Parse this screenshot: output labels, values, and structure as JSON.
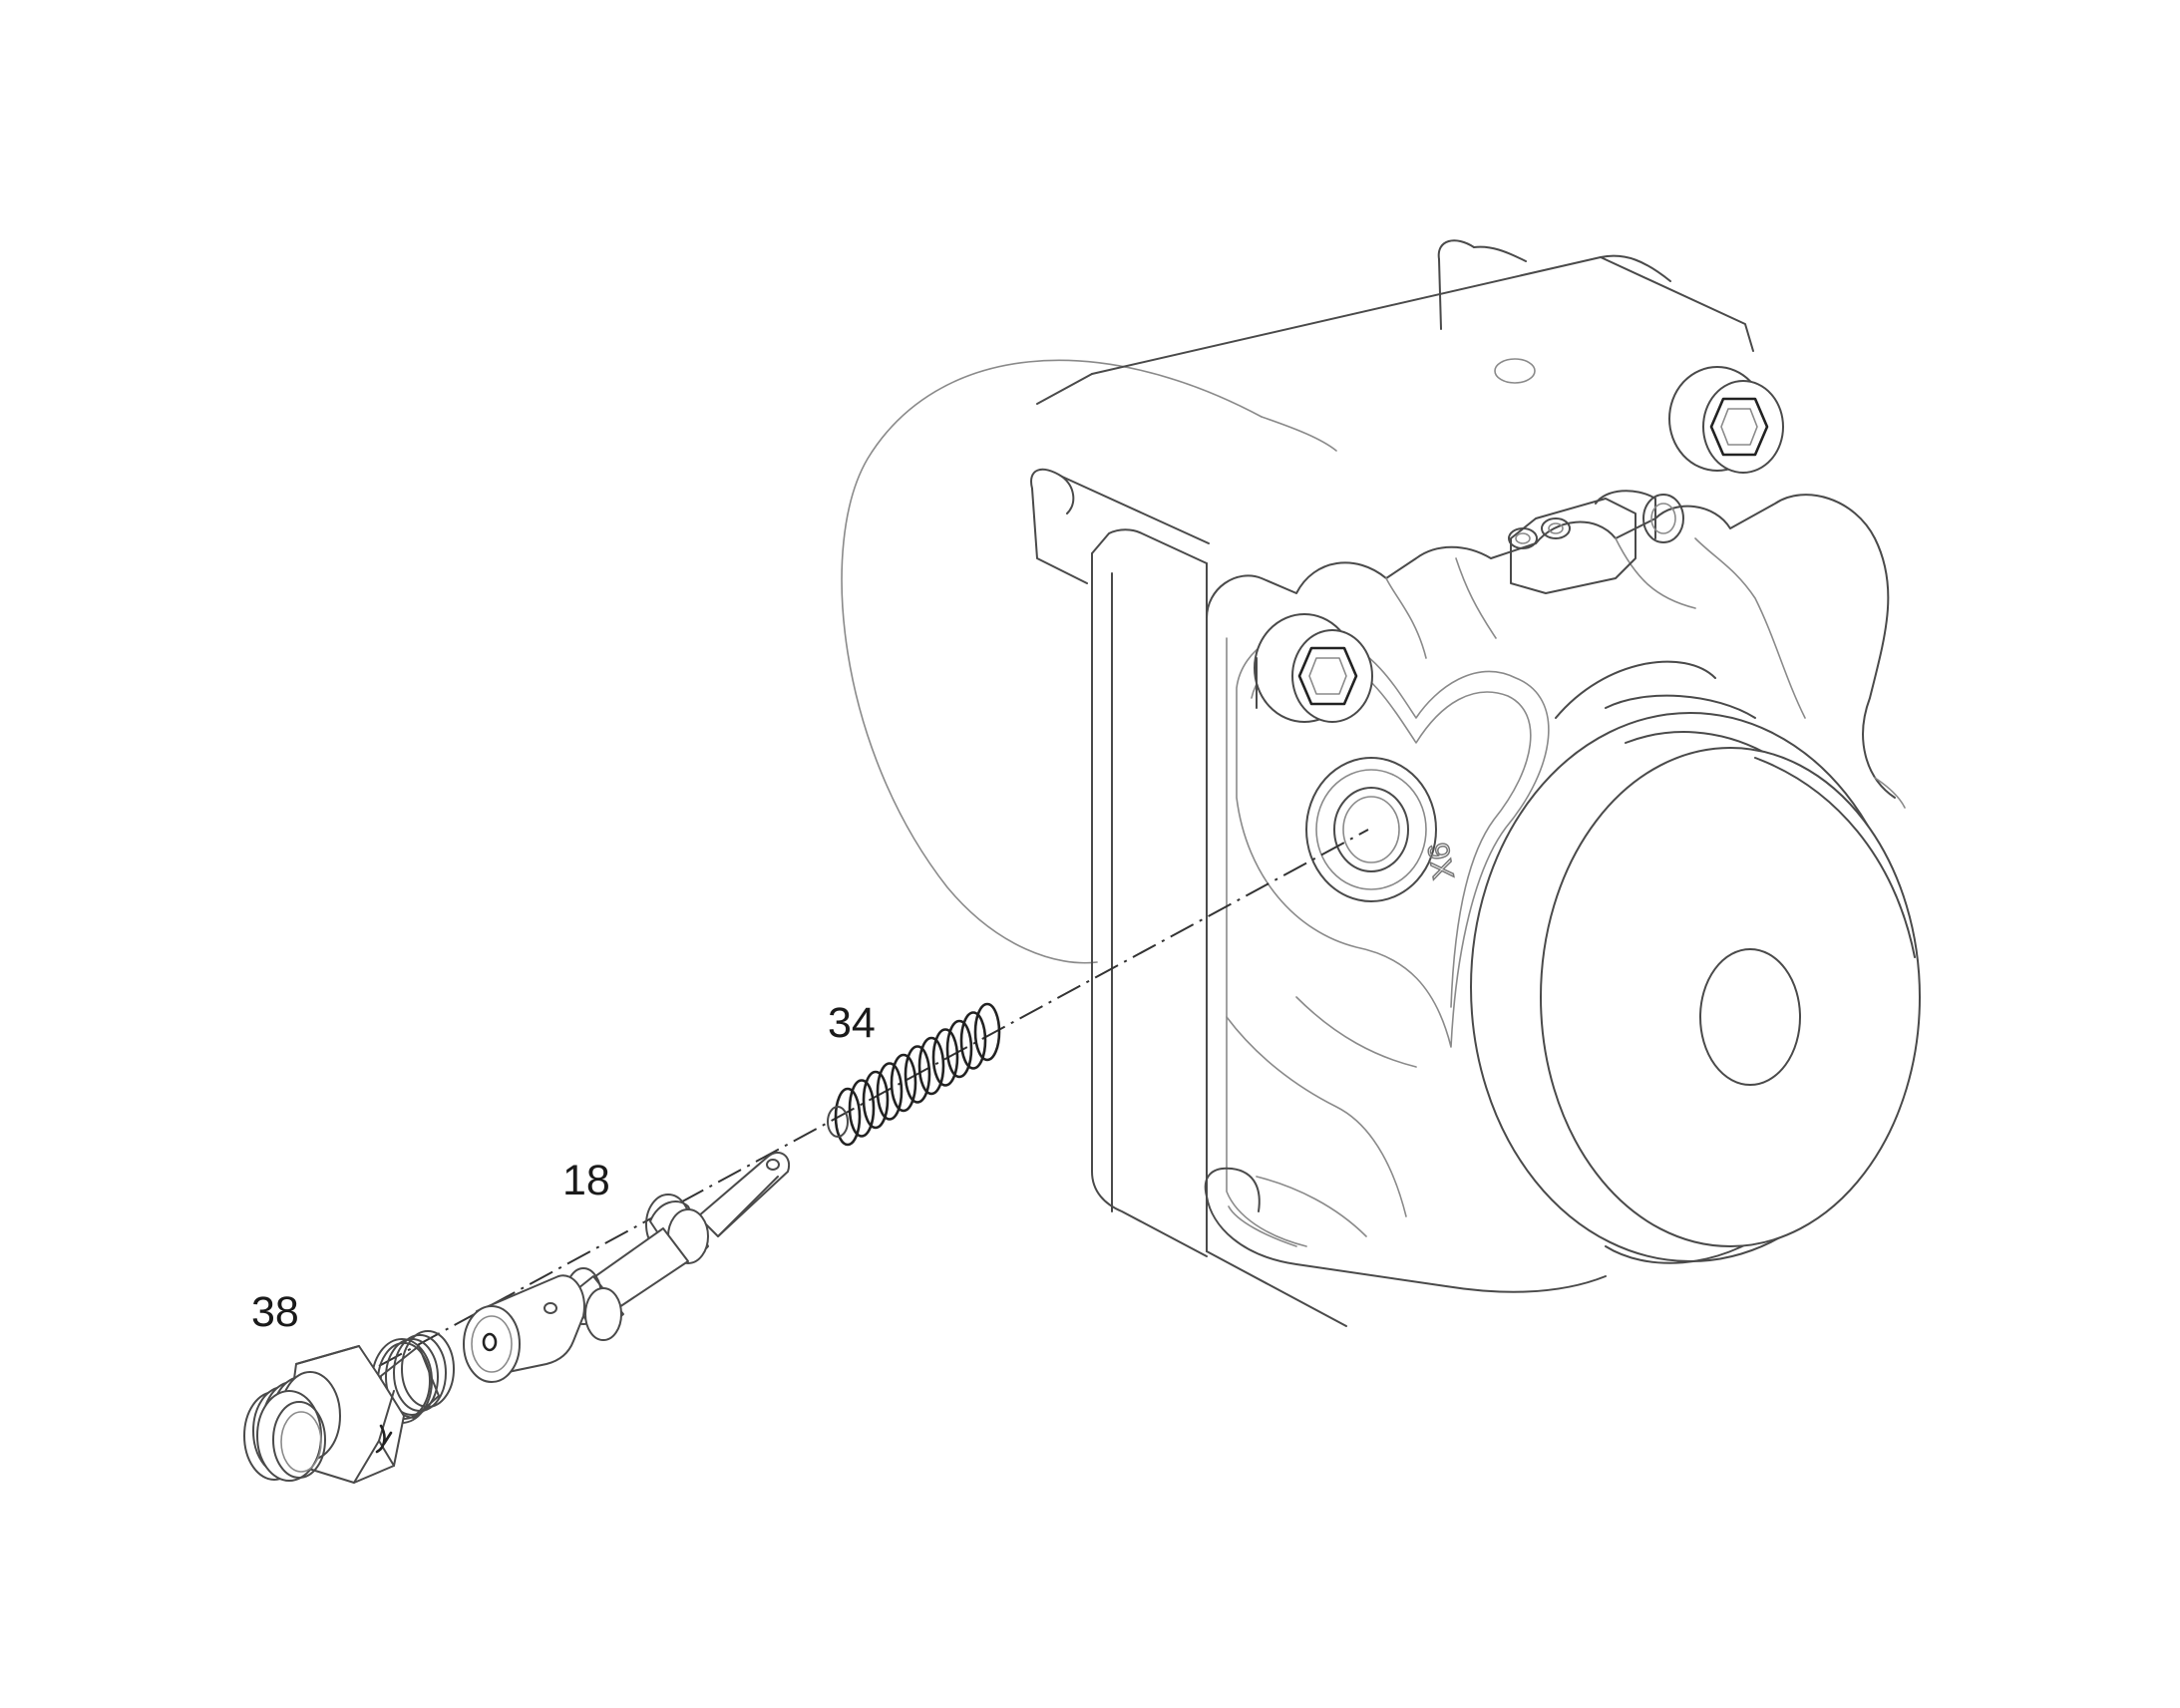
{
  "diagram": {
    "callouts": [
      {
        "id": "spring",
        "label": "34"
      },
      {
        "id": "piston",
        "label": "18"
      },
      {
        "id": "fitting",
        "label": "38"
      }
    ],
    "housing_stamp": "X6",
    "colors": {
      "line": "#4a4a4a",
      "background": "#ffffff",
      "text": "#1a1a1a"
    }
  }
}
